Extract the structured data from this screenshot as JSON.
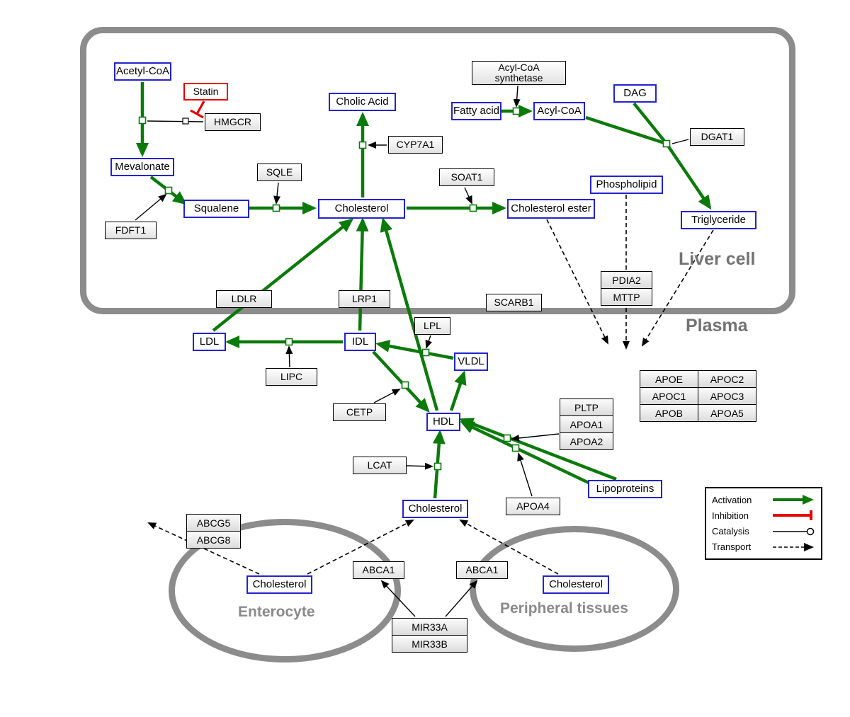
{
  "compartments": {
    "liver_cell": {
      "label": "Liver cell"
    },
    "plasma": {
      "label": "Plasma"
    },
    "enterocyte": {
      "label": "Enterocyte"
    },
    "peripheral_tissues": {
      "label": "Peripheral tissues"
    }
  },
  "nodes": {
    "acetyl_coa": {
      "label": "Acetyl-CoA"
    },
    "mevalonate": {
      "label": "Mevalonate"
    },
    "squalene": {
      "label": "Squalene"
    },
    "cholic_acid": {
      "label": "Cholic Acid"
    },
    "cholesterol_liver": {
      "label": "Cholesterol"
    },
    "fatty_acid": {
      "label": "Fatty acid"
    },
    "acyl_coa": {
      "label": "Acyl-CoA"
    },
    "dag": {
      "label": "DAG"
    },
    "phospholipid": {
      "label": "Phospholipid"
    },
    "cholesterol_ester": {
      "label": "Cholesterol ester"
    },
    "triglyceride": {
      "label": "Triglyceride"
    },
    "ldl": {
      "label": "LDL"
    },
    "idl": {
      "label": "IDL"
    },
    "vldl": {
      "label": "VLDL"
    },
    "hdl": {
      "label": "HDL"
    },
    "cholesterol_plasma": {
      "label": "Cholesterol"
    },
    "cholesterol_enterocyte": {
      "label": "Cholesterol"
    },
    "cholesterol_peripheral": {
      "label": "Cholesterol"
    },
    "lipoproteins": {
      "label": "Lipoproteins"
    },
    "statin": {
      "label": "Statin"
    },
    "hmgcr": {
      "label": "HMGCR"
    },
    "sqle": {
      "label": "SQLE"
    },
    "fdft1": {
      "label": "FDFT1"
    },
    "cyp7a1": {
      "label": "CYP7A1"
    },
    "acyl_coa_synthetase": {
      "label": "Acyl-CoA synthetase"
    },
    "soat1": {
      "label": "SOAT1"
    },
    "dgat1": {
      "label": "DGAT1"
    },
    "pdia2": {
      "label": "PDIA2"
    },
    "mttp": {
      "label": "MTTP"
    },
    "ldlr": {
      "label": "LDLR"
    },
    "lrp1": {
      "label": "LRP1"
    },
    "scarb1": {
      "label": "SCARB1"
    },
    "lpl": {
      "label": "LPL"
    },
    "lipc": {
      "label": "LIPC"
    },
    "cetp": {
      "label": "CETP"
    },
    "pltp": {
      "label": "PLTP"
    },
    "apoa1": {
      "label": "APOA1"
    },
    "apoa2": {
      "label": "APOA2"
    },
    "lcat": {
      "label": "LCAT"
    },
    "apoa4": {
      "label": "APOA4"
    },
    "apoe": {
      "label": "APOE"
    },
    "apoc2": {
      "label": "APOC2"
    },
    "apoc1": {
      "label": "APOC1"
    },
    "apoc3": {
      "label": "APOC3"
    },
    "apob": {
      "label": "APOB"
    },
    "apoa5": {
      "label": "APOA5"
    },
    "abcg5": {
      "label": "ABCG5"
    },
    "abcg8": {
      "label": "ABCG8"
    },
    "abca1_left": {
      "label": "ABCA1"
    },
    "abca1_right": {
      "label": "ABCA1"
    },
    "mir33a": {
      "label": "MIR33A"
    },
    "mir33b": {
      "label": "MIR33B"
    }
  },
  "legend": {
    "activation": "Activation",
    "inhibition": "Inhibition",
    "catalysis": "Catalysis",
    "transport": "Transport"
  },
  "colors": {
    "activation_green": "#0b7a0b",
    "inhibition_red": "#e80000",
    "metabolite_border_blue": "#2323cf",
    "compartment_gray": "#8c8c8c"
  }
}
